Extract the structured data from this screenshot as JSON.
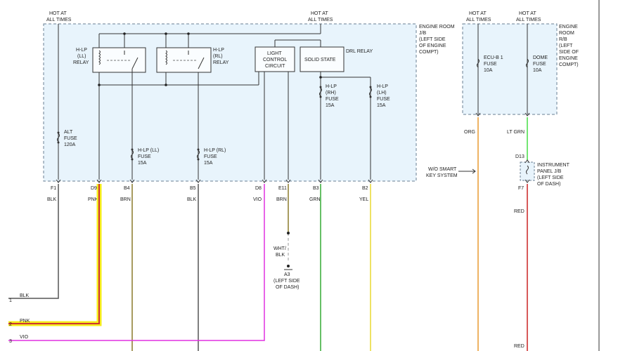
{
  "hot_at_all_times": [
    "HOT AT",
    "ALL TIMES"
  ],
  "left_jb": {
    "title": [
      "ENGINE ROOM",
      "J/B",
      "(LEFT SIDE",
      "OF ENGINE",
      "COMPT)"
    ]
  },
  "right_rb": {
    "title": [
      "ENGINE",
      "ROOM",
      "R/B",
      "(LEFT",
      "SIDE OF",
      "ENGINE",
      "COMPT)"
    ],
    "ecu_fuse": [
      "ECU-B 1",
      "FUSE",
      "10A"
    ],
    "dome_fuse": [
      "DOME",
      "FUSE",
      "10A"
    ]
  },
  "relays": {
    "hlp_ll": [
      "H-LP",
      "(LL)",
      "RELAY"
    ],
    "hlp_rl": [
      "H-LP",
      "(RL)",
      "RELAY"
    ],
    "light_control": [
      "LIGHT",
      "CONTROL",
      "CIRCUIT"
    ],
    "solid_state": "SOLID STATE",
    "drl_relay": "DRL RELAY"
  },
  "fuses": {
    "alt": [
      "ALT",
      "FUSE",
      "120A"
    ],
    "hlp_ll": [
      "H-LP (LL)",
      "FUSE",
      "15A"
    ],
    "hlp_rl": [
      "H-LP (RL)",
      "FUSE",
      "15A"
    ],
    "hlp_rh": [
      "H-LP",
      "(RH)",
      "FUSE",
      "15A"
    ],
    "hlp_lh": [
      "H-LP",
      "(LH)",
      "FUSE",
      "15A"
    ]
  },
  "pins": [
    "F1",
    "D9",
    "B4",
    "B5",
    "D8",
    "E11",
    "B3",
    "B2"
  ],
  "wire_colors": [
    "BLK",
    "PNK",
    "BRN",
    "BLK",
    "VIO",
    "BRN",
    "GRN",
    "YEL"
  ],
  "right_wires": {
    "org": "ORG",
    "ltgrn": "LT GRN",
    "red_top": "RED",
    "red_bottom": "RED"
  },
  "ground": {
    "wire": [
      "WHT/",
      "BLK"
    ],
    "label": [
      "A3",
      "(LEFT SIDE",
      "OF DASH)"
    ]
  },
  "smart_key": [
    "W/O SMART",
    "KEY SYSTEM"
  ],
  "instrument_jb": {
    "connector_top": "D13",
    "connector_bottom": "F7",
    "label": [
      "INSTRUMENT",
      "PANEL J/B",
      "(LEFT SIDE",
      "OF DASH)"
    ]
  },
  "outputs": [
    {
      "num": "1",
      "wire": "BLK"
    },
    {
      "num": "2",
      "wire": "PNK"
    },
    {
      "num": "3",
      "wire": "VIO"
    }
  ],
  "colors": {
    "blk": "#555555",
    "pnk": "#cc3333",
    "highlight": "#f5ec1a",
    "brn": "#8a7a2a",
    "vio": "#e030e0",
    "grn": "#33aa33",
    "yel": "#e8d830",
    "org": "#e89a30",
    "ltgrn": "#44dd44",
    "red": "#cc2222"
  }
}
